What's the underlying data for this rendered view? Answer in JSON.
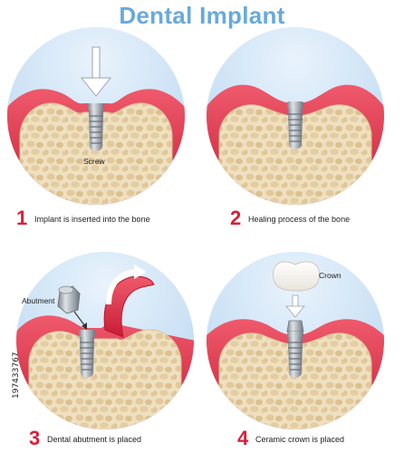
{
  "title": "Dental Implant",
  "steps": [
    {
      "number": "1",
      "caption": "Implant is inserted into the bone",
      "labels": [
        "Screw"
      ]
    },
    {
      "number": "2",
      "caption": "Healing process of the bone",
      "labels": []
    },
    {
      "number": "3",
      "caption": "Dental abutment is placed",
      "labels": [
        "Abutment"
      ]
    },
    {
      "number": "4",
      "caption": "Ceramic crown is placed",
      "labels": [
        "Crown"
      ]
    }
  ],
  "watermark": "197433767",
  "colors": {
    "title": "#69a9dd",
    "number": "#d8203a",
    "gum": "#e0324a",
    "bone": "#f0e3c6",
    "implant": "#a7aeb6",
    "sky": "#cfe4f7"
  }
}
